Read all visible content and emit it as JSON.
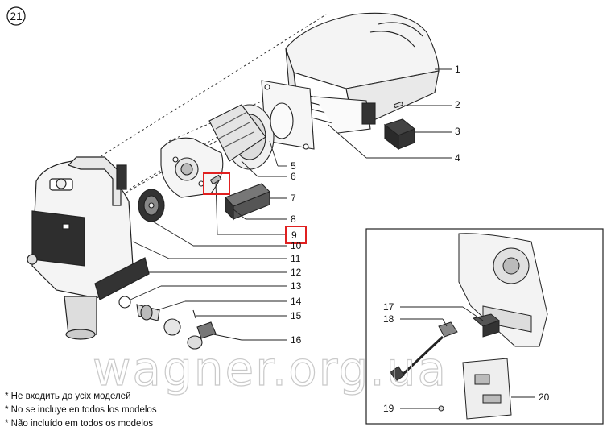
{
  "figure_number": "21",
  "part_labels": [
    "1",
    "2",
    "3",
    "4",
    "5",
    "6",
    "7",
    "8",
    "9",
    "10",
    "11",
    "12",
    "13",
    "14",
    "15",
    "16",
    "17",
    "18",
    "19",
    "20"
  ],
  "highlighted_label": "9",
  "highlight_color": "#e02020",
  "watermark": "wagner.org.ua",
  "footnotes": [
    "* Не входить до усіх моделей",
    "* No se incluye en todos los modelos",
    "* Não incluído em todos os modelos"
  ]
}
